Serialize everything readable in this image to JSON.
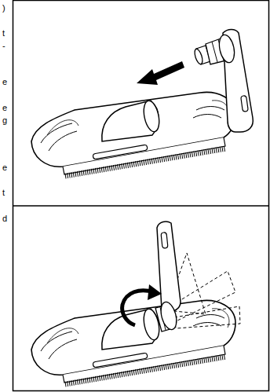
{
  "diagram": {
    "labels": [
      ")",
      "t",
      "-",
      "e",
      "e",
      "g",
      "e",
      "t",
      "d"
    ]
  }
}
